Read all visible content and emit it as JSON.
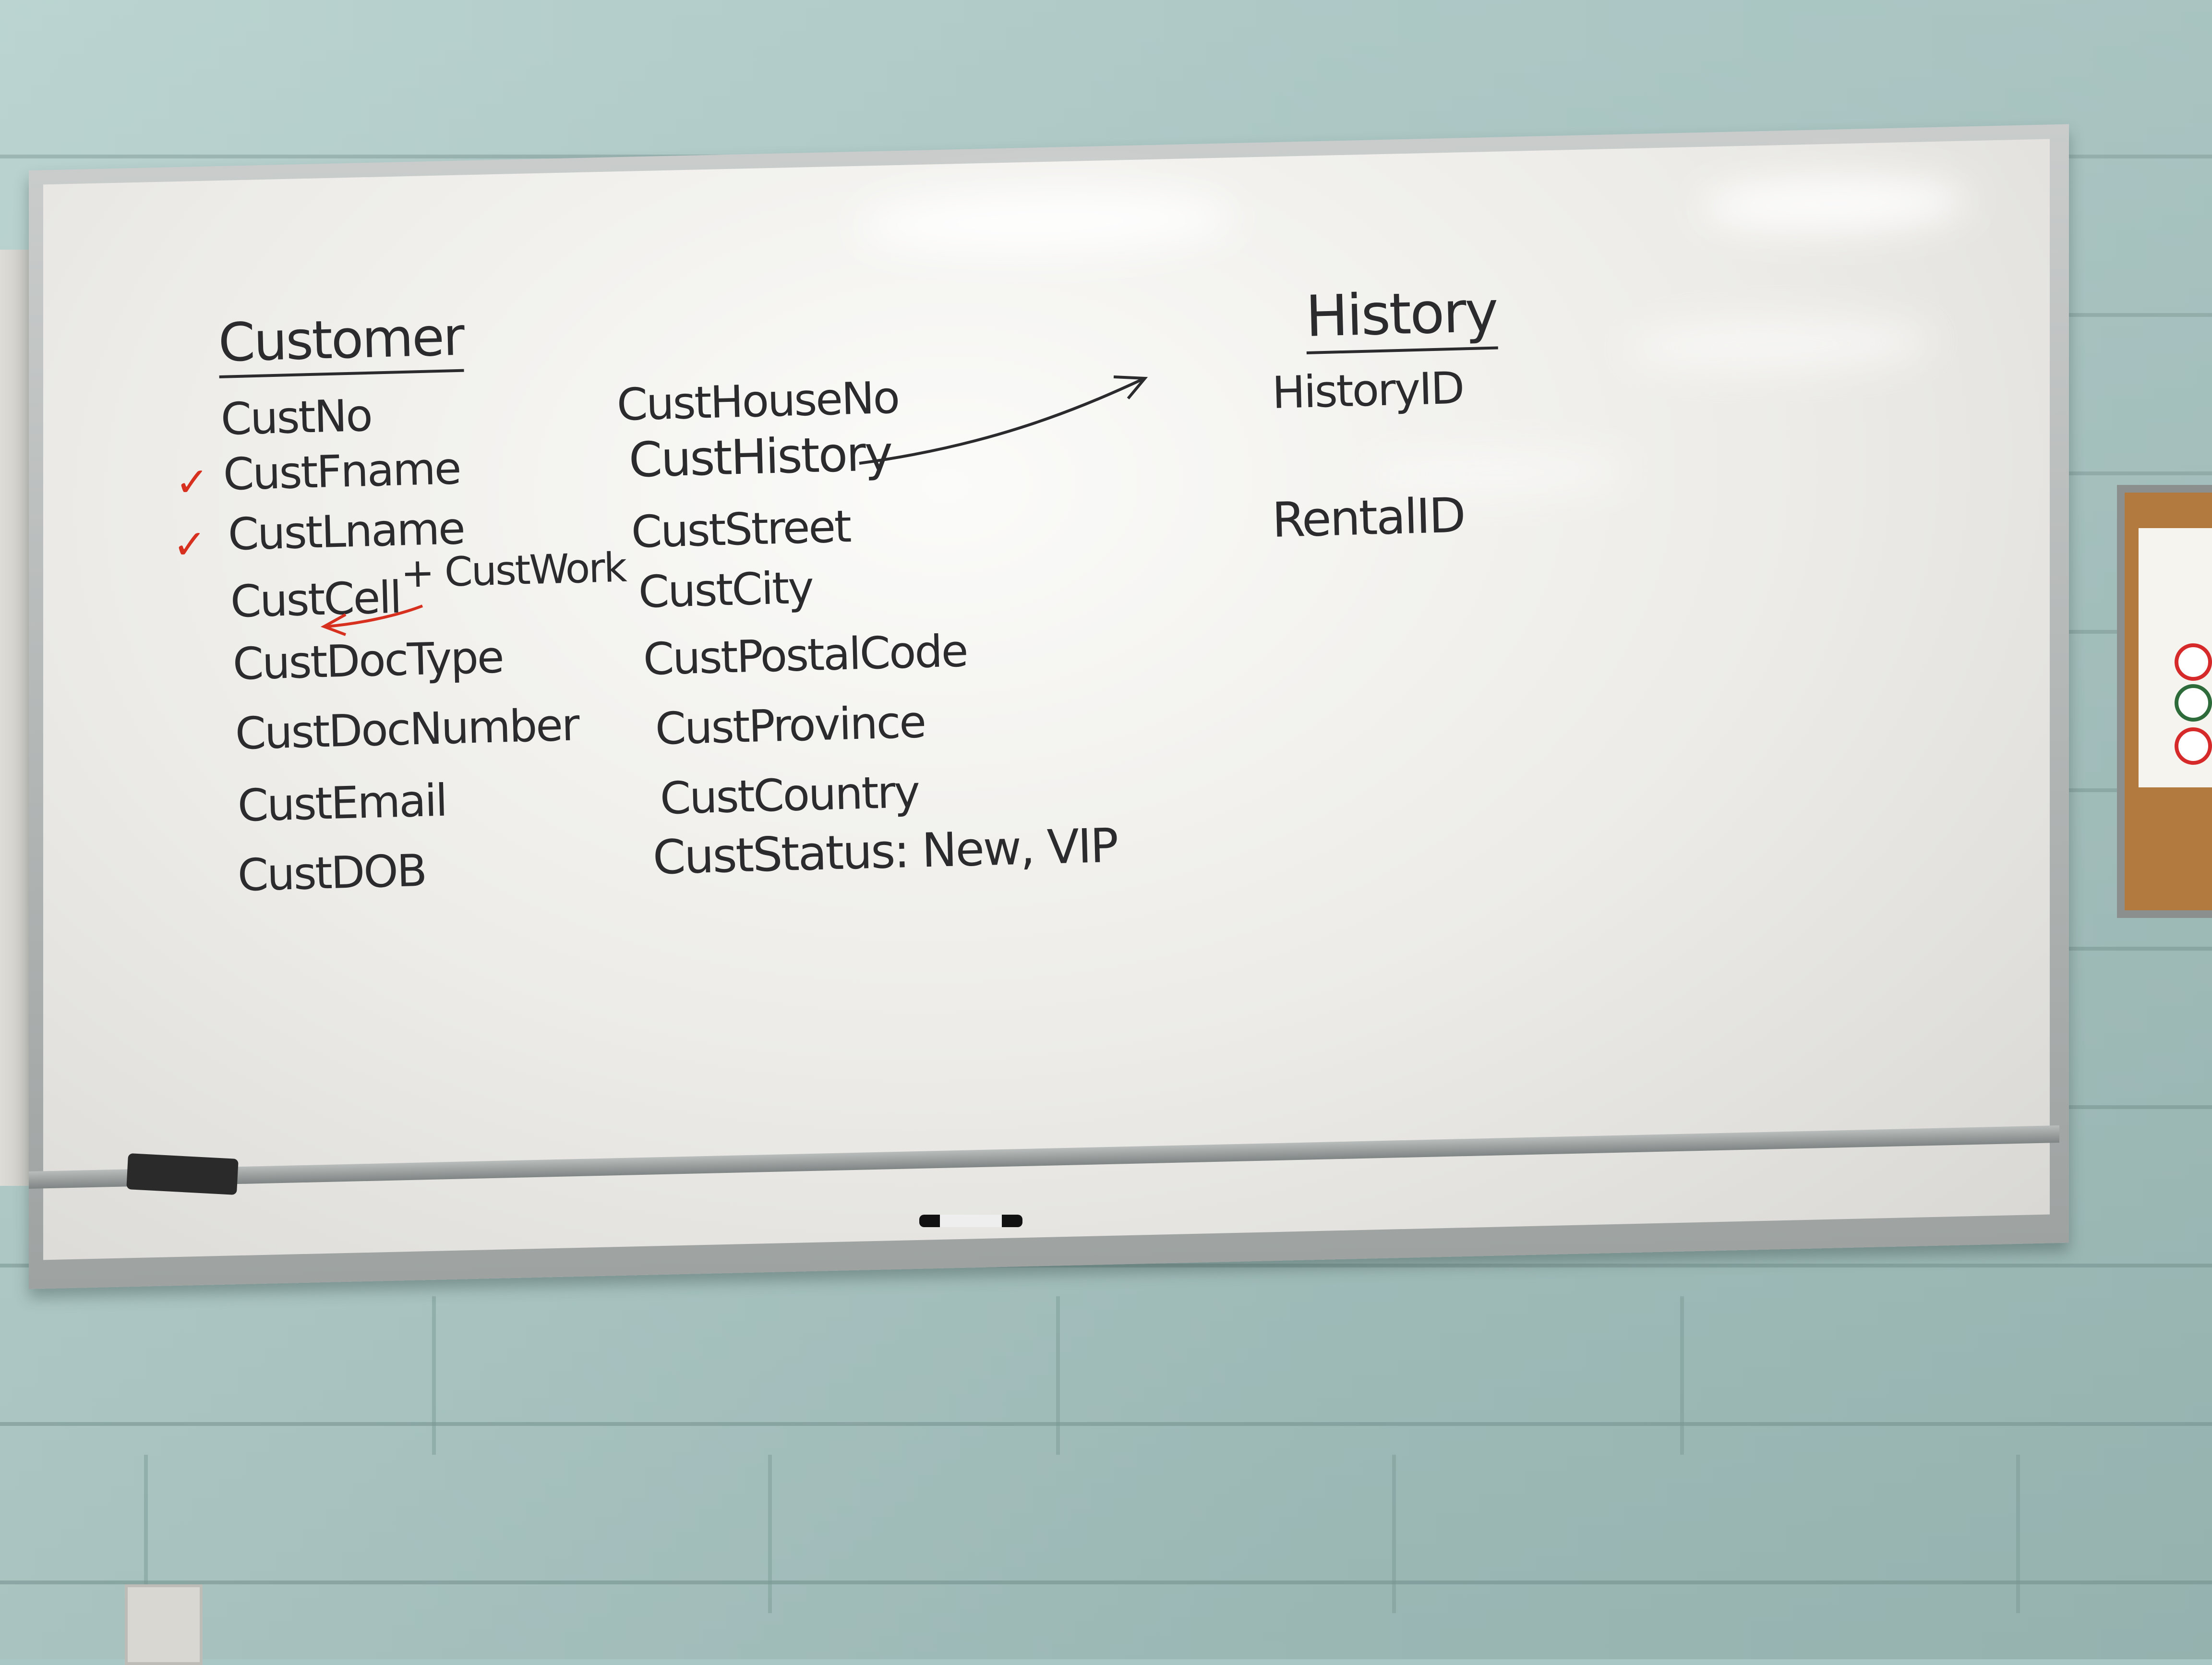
{
  "whiteboard": {
    "customer_title": "Customer",
    "history_title": "History",
    "customer_fields_left": [
      "CustNo",
      "CustFname",
      "CustLname",
      "CustCell",
      "CustDocType",
      "CustDocNumber",
      "CustEmail",
      "CustDOB"
    ],
    "cell_extra": "+ CustWork",
    "customer_fields_right": [
      "CustHouseNo",
      "CustHistory",
      "CustStreet",
      "CustCity",
      "CustPostalCode",
      "CustProvince",
      "CustCountry",
      "CustStatus: New, VIP"
    ],
    "history_fields": [
      "HistoryID",
      "RentalID"
    ],
    "check_mark": "✓"
  },
  "colors": {
    "wall": "#a8c6c3",
    "board": "#f2f1ed",
    "ink_black": "#2b2b2e",
    "ink_red": "#d7301f",
    "cork": "#b27a3e"
  }
}
